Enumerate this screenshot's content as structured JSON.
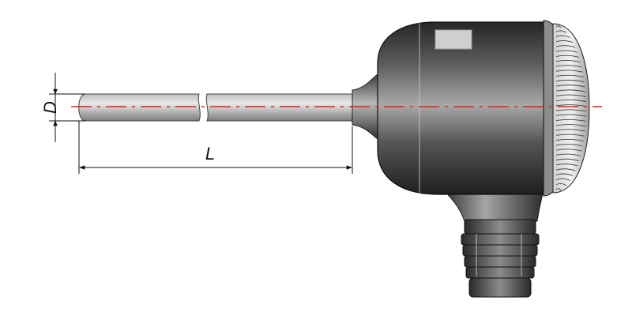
{
  "labels": {
    "diameter": "D",
    "length": "L"
  },
  "colors": {
    "axis_line": "#e2231a",
    "probe_light": "#d6d6d6",
    "probe_dark": "#8a8a8a",
    "housing_dark": "#2b2b2b",
    "housing_light": "#9a9a9a",
    "dimension_line": "#111111"
  },
  "icons": {
    "cap_top": "rectangle-plate"
  }
}
